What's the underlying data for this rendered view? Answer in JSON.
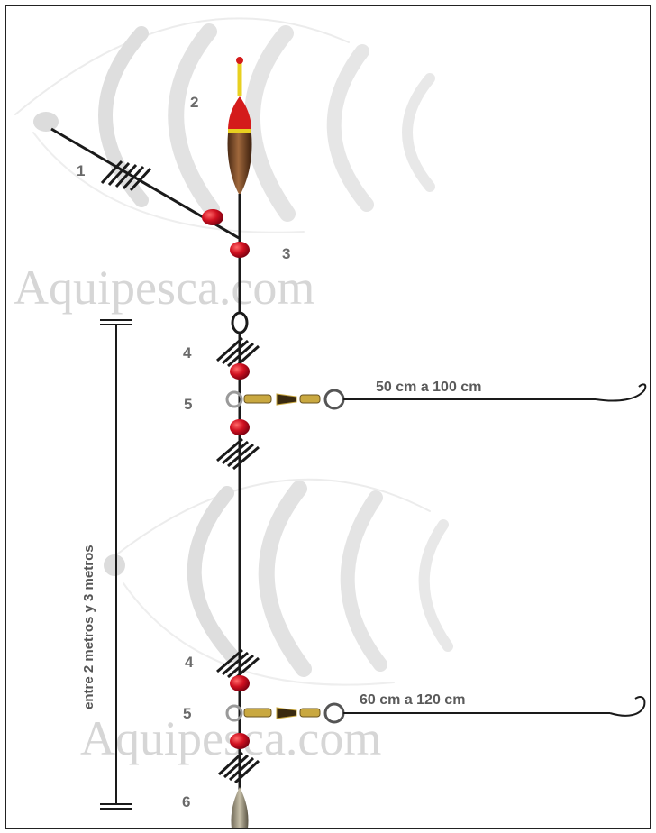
{
  "watermark": "Aquipesca.com",
  "labels": {
    "n1": "1",
    "n2": "2",
    "n3": "3",
    "n4a": "4",
    "n5a": "5",
    "n4b": "4",
    "n5b": "5",
    "n6": "6"
  },
  "leaders": {
    "upper": "50 cm a 100 cm",
    "lower": "60 cm a 120 cm"
  },
  "total_length": "entre 2 metros y 3 metros",
  "colors": {
    "bead": "#c8102e",
    "line": "#1a1a1a",
    "float_body": "#7a4a2a",
    "float_top": "#d41b1b",
    "antenna": "#e8d020",
    "sinker": "#8a8270"
  }
}
